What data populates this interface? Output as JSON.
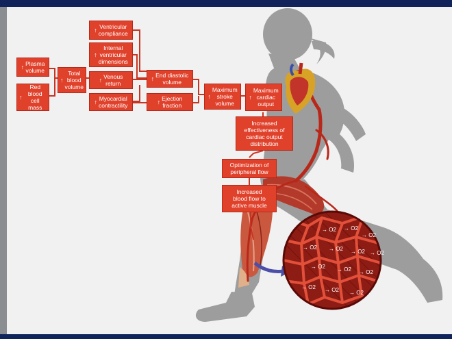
{
  "up_arrow": "↑",
  "colors": {
    "box": "#e0412b",
    "box_border": "#b8281a",
    "connector": "#c83422",
    "panel": "#f1f1f1",
    "frame": "#10235a",
    "silhouette": "#9a9a9a"
  },
  "boxes": {
    "plasma_volume": "Plasma\nvolume",
    "red_blood_cell_mass": "Red\nblood\ncell mass",
    "total_blood_volume": "Total\nblood\nvolume",
    "ventricular_compliance": "Ventricular\ncompliance",
    "internal_ventricular_dimensions": "Internal\nventricular\ndimensions",
    "venous_return": "Venous\nreturn",
    "myocardial_contractility": "Myocardial\ncontractility",
    "end_diastolic_volume": "End diastolic\nvolume",
    "ejection_fraction": "Ejection\nfraction",
    "maximum_stroke_volume": "Maximum\nstroke\nvolume",
    "maximum_cardiac_output": "Maximum\ncardiac\noutput",
    "increased_effectiveness": "Increased\neffectiveness of\ncardiac output\ndistribution",
    "optimization_peripheral_flow": "Optimization of\nperipheral flow",
    "increased_blood_flow": "Increased\nblood flow to\nactive muscle"
  },
  "capillary_labels": [
    "O2",
    "O2",
    "O2",
    "O2",
    "O2",
    "O2",
    "O2",
    "O2",
    "O2",
    "O2",
    "O2",
    "O2",
    "O2"
  ]
}
